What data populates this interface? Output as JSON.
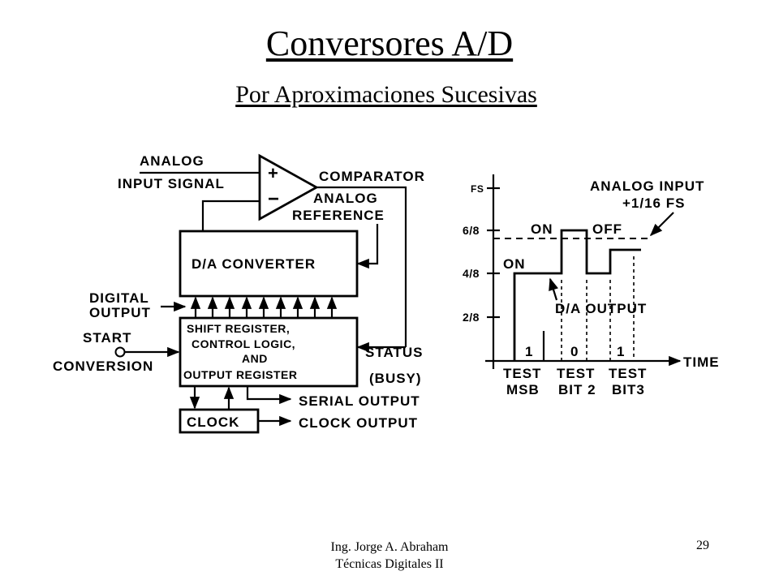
{
  "slide": {
    "title": "Conversores A/D",
    "subtitle": "Por Aproximaciones Sucesivas",
    "author": "Ing. Jorge A. Abraham",
    "course": "Técnicas Digitales II",
    "page_number": "29"
  },
  "block_diagram": {
    "analog_label": "ANALOG",
    "input_signal_label": "INPUT SIGNAL",
    "plus_sign": "+",
    "minus_sign": "−",
    "comparator_label": "COMPARATOR",
    "analog_reference_line1": "ANALOG",
    "analog_reference_line2": "REFERENCE",
    "dac_label": "D/A CONVERTER",
    "digital_output_line1": "DIGITAL",
    "digital_output_line2": "OUTPUT",
    "start_label": "START",
    "conversion_label": "CONVERSION",
    "sar_line1": "SHIFT REGISTER,",
    "sar_line2": "CONTROL LOGIC,",
    "sar_line3": "AND",
    "sar_line4": "OUTPUT REGISTER",
    "status_label": "STATUS",
    "busy_label": "(BUSY)",
    "serial_output_label": "SERIAL OUTPUT",
    "clock_label": "CLOCK",
    "clock_output_label": "CLOCK OUTPUT"
  },
  "timing_diagram": {
    "y_ticks": [
      "FS",
      "6/8",
      "4/8",
      "2/8"
    ],
    "analog_input_line1": "ANALOG INPUT",
    "analog_input_line2": "+1/16 FS",
    "on_label_top": "ON",
    "off_label": "OFF",
    "on_label_left": "ON",
    "da_output_label": "D/A OUTPUT",
    "bit_values": [
      "1",
      "0",
      "1"
    ],
    "test_labels": [
      {
        "line1": "TEST",
        "line2": "MSB"
      },
      {
        "line1": "TEST",
        "line2": "BIT 2"
      },
      {
        "line1": "TEST",
        "line2": "BIT3"
      }
    ],
    "time_label": "TIME"
  }
}
